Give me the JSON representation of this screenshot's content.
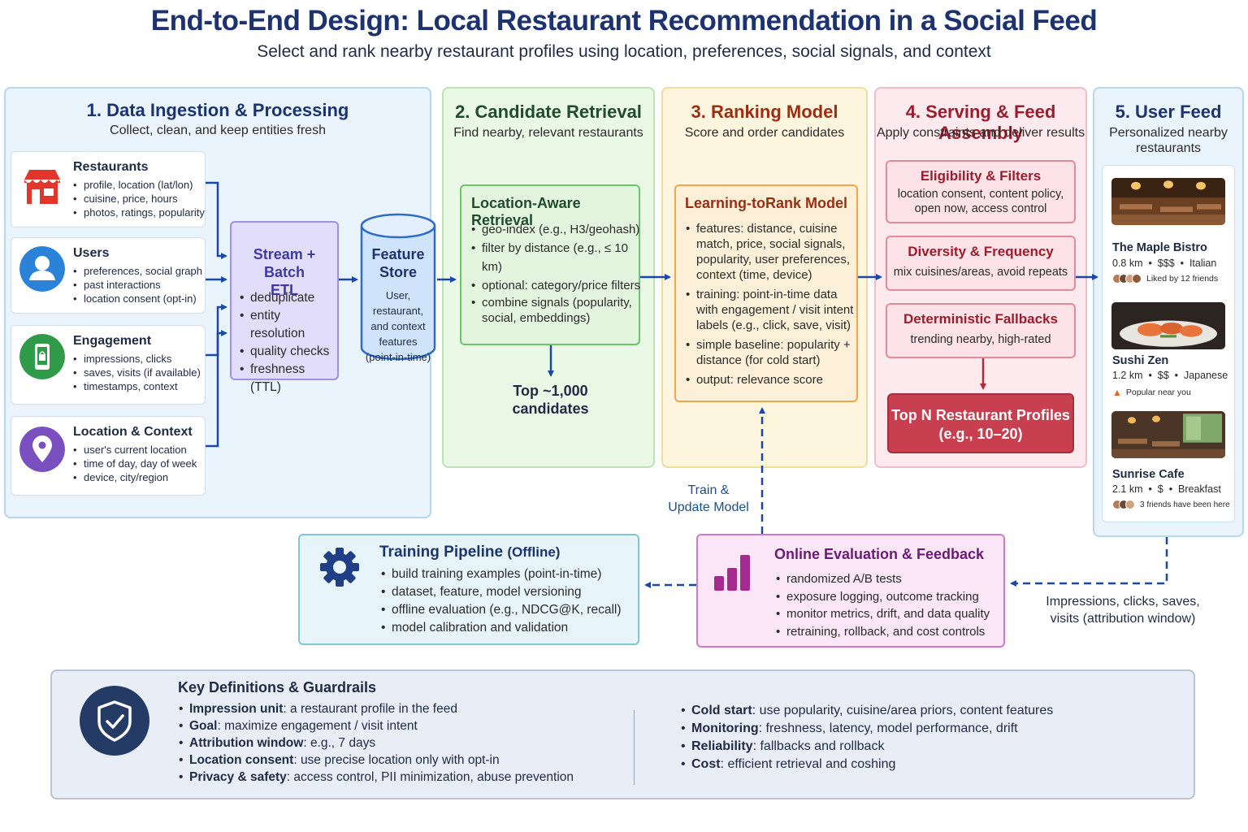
{
  "header": {
    "title": "End-to-End Design: Local Restaurant Recommendation in a Social Feed",
    "subtitle": "Select and rank nearby restaurant profiles using location, preferences, social signals, and context"
  },
  "stage1": {
    "title": "1.  Data Ingestion & Processing",
    "subtitle": "Collect, clean, and keep entities fresh",
    "sources": [
      {
        "title": "Restaurants",
        "icon": "storefront-icon",
        "items": [
          "profile, location (lat/lon)",
          "cuisine, price, hours",
          "photos, ratings, popularity"
        ]
      },
      {
        "title": "Users",
        "icon": "user-icon",
        "items": [
          "preferences, social graph",
          "past interactions",
          "location consent (opt-in)"
        ]
      },
      {
        "title": "Engagement",
        "icon": "phone-icon",
        "items": [
          "impressions, clicks",
          "saves, visits (if available)",
          "timestamps, context"
        ]
      },
      {
        "title": "Location & Context",
        "icon": "map-pin-icon",
        "items": [
          "user's current location",
          "time of day, day of week",
          "device, city/region"
        ]
      }
    ],
    "etl": {
      "title_line1": "Stream + Batch",
      "title_line2": "ETL",
      "items": [
        "deduplicate",
        "entity resolution",
        "quality checks",
        "freshness (TTL)"
      ]
    },
    "feature_store": {
      "title_line1": "Feature",
      "title_line2": "Store",
      "lines": [
        "User, restaurant,",
        "and context",
        "features",
        "(point-in-time)"
      ]
    }
  },
  "stage2": {
    "title": "2.  Candidate Retrieval",
    "subtitle": "Find nearby, relevant restaurants",
    "box_title": "Location-Aware Retrieval",
    "items": [
      "geo-index (e.g., H3/geohash)",
      "filter by distance (e.g., ≤ 10 km)",
      "optional: category/price filters",
      "combine signals (popularity, social, embeddings)"
    ],
    "output_line1": "Top ~1,000",
    "output_line2": "candidates"
  },
  "stage3": {
    "title": "3.  Ranking Model",
    "subtitle": "Score and order candidates",
    "box_title": "Learning-toRank Model",
    "items": [
      "features: distance, cuisine match, price, social signals, popularity, user preferences, context (time, device)",
      "training: point-in-time data with engagement / visit intent labels (e.g., click, save, visit)",
      "simple baseline: popularity + distance (for cold start)",
      "output: relevance score"
    ]
  },
  "stage4": {
    "title": "4.  Serving & Feed Assembly",
    "subtitle": "Apply constraints and deliver results",
    "boxes": [
      {
        "title": "Eligibility & Filters",
        "text": "location consent, content policy, open now, access control"
      },
      {
        "title": "Diversity & Frequency",
        "text": "mix cuisines/areas, avoid repeats"
      },
      {
        "title": "Deterministic Fallbacks",
        "text": "trending nearby, high-rated"
      }
    ],
    "output_line1": "Top N Restaurant Profiles",
    "output_line2": "(e.g., 10–20)"
  },
  "stage5": {
    "title": "5.  User Feed",
    "subtitle": "Personalized nearby restaurants",
    "restaurants": [
      {
        "name": "The Maple Bistro",
        "distance": "0.8 km",
        "price": "$$$",
        "cuisine": "Italian",
        "social": "Liked by 12 friends"
      },
      {
        "name": "Sushi Zen",
        "distance": "1.2 km",
        "price": "$$",
        "cuisine": "Japanese",
        "social": "Popular near you"
      },
      {
        "name": "Sunrise Cafe",
        "distance": "2.1 km",
        "price": "$",
        "cuisine": "Breakfast",
        "social": "3 friends have been here"
      }
    ]
  },
  "training": {
    "title": "Training Pipeline",
    "title_suffix": "(Offline)",
    "items": [
      "build training examples (point-in-time)",
      "dataset, feature, model versioning",
      "offline evaluation (e.g., NDCG@K, recall)",
      "model calibration and validation"
    ]
  },
  "evaluation": {
    "title": "Online Evaluation & Feedback",
    "items": [
      "randomized A/B tests",
      "exposure logging, outcome tracking",
      "monitor metrics, drift, and data quality",
      "retraining, rollback, and cost controls"
    ]
  },
  "labels": {
    "train_update_line1": "Train &",
    "train_update_line2": "Update Model",
    "impressions_line1": "Impressions, clicks, saves,",
    "impressions_line2": "visits (attribution window)"
  },
  "definitions": {
    "title": "Key Definitions & Guardrails",
    "left": [
      {
        "key": "Impression unit",
        "text": ": a restaurant profile in the feed"
      },
      {
        "key": "Goal",
        "text": ": maximize engagement / visit intent"
      },
      {
        "key": "Attribution window",
        "text": ": e.g., 7 days"
      },
      {
        "key": "Location consent",
        "text": ": use precise location only with opt-in"
      },
      {
        "key": "Privacy & safety",
        "text": ": access control, PII minimization, abuse prevention"
      }
    ],
    "right": [
      {
        "key": "Cold start",
        "text": ": use popularity, cuisine/area priors, content features"
      },
      {
        "key": "Monitoring",
        "text": ": freshness, latency, model performance, drift"
      },
      {
        "key": "Reliability",
        "text": ": fallbacks and rollback"
      },
      {
        "key": "Cost",
        "text": ":  efficient retrieval and coshing"
      }
    ]
  },
  "colors": {
    "title": "#1d3370",
    "arrow": "#1a47a8",
    "stage1": "#1d3370",
    "stage2": "#1f4d2b",
    "stage3": "#9b2e12",
    "stage4": "#9b1c2b"
  }
}
